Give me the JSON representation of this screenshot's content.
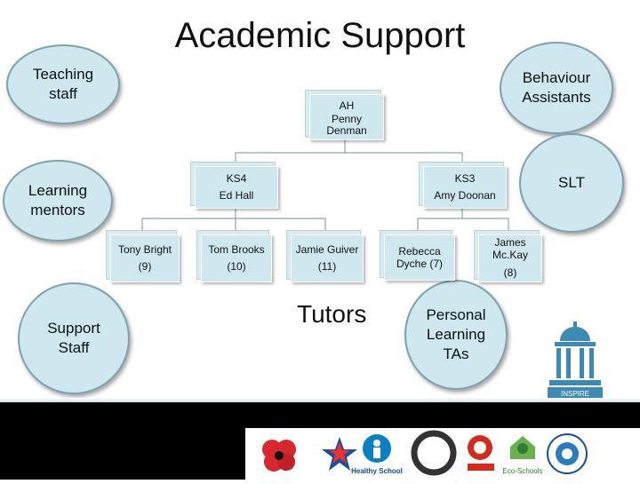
{
  "title": "Academic Support",
  "bubbles": {
    "teaching_staff": "Teaching staff",
    "behaviour_assistants": "Behaviour Assistants",
    "slt": "SLT",
    "learning_mentors": "Learning mentors",
    "support_staff": "Support Staff",
    "personal_learning_tas": "Personal Learning TAs"
  },
  "tree": {
    "root": {
      "line1": "AH",
      "line2": "Penny",
      "line3": "Denman"
    },
    "ks4": {
      "line1": "KS4",
      "line2": "Ed Hall"
    },
    "ks3": {
      "line1": "KS3",
      "line2": "Amy Doonan"
    },
    "tony": {
      "line1": "Tony Bright",
      "line2": "(9)"
    },
    "tom": {
      "line1": "Tom Brooks",
      "line2": "(10)"
    },
    "jamie": {
      "line1": "Jamie Guiver",
      "line2": "(11)"
    },
    "rebecca": {
      "line1": "Rebecca",
      "line2": "Dyche (7)"
    },
    "james": {
      "line1": "James",
      "line2": "Mc.Kay",
      "line3": "(8)"
    }
  },
  "tutors_label": "Tutors",
  "inspire_logo_text": "INSPIRE",
  "logos": [
    "poppy-logo",
    "ssat-logo",
    "Healthy School",
    "arts-council-logo",
    "sport-england-logo",
    "Eco-Schools",
    "international-school-logo"
  ],
  "colors": {
    "bubble_fill": "#cfe7ee",
    "bubble_stroke": "#7fa2ad",
    "inspire_blue": "#3d8ab2"
  }
}
